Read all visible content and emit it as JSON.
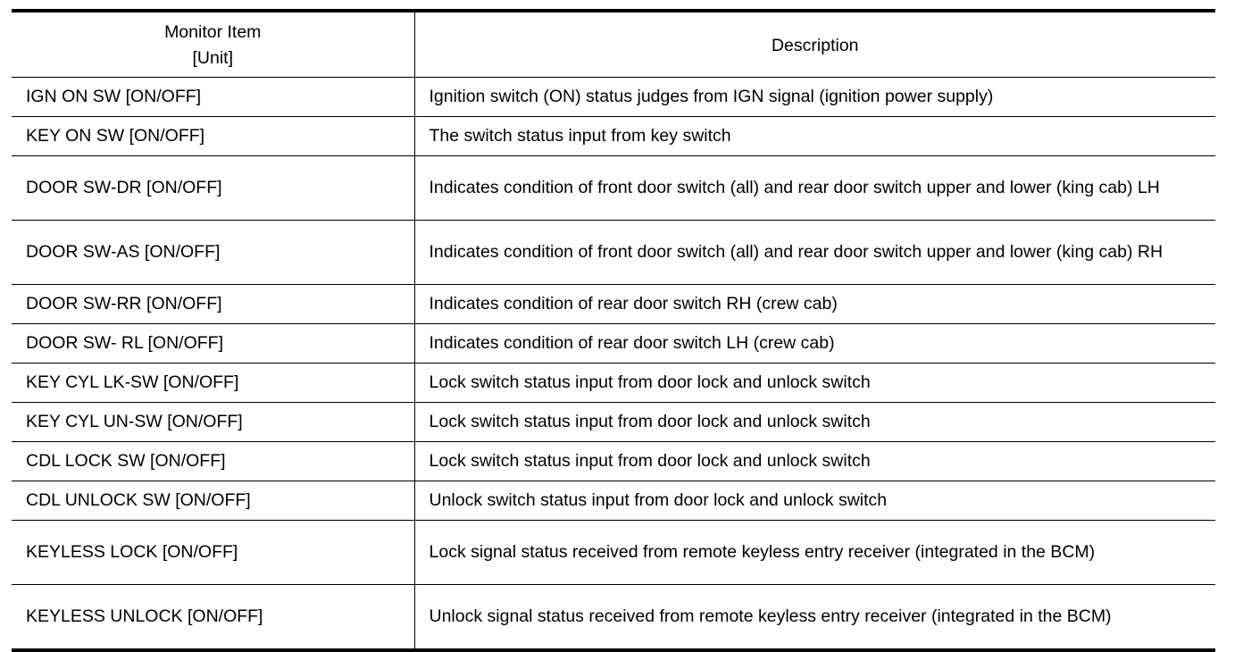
{
  "table": {
    "headers": {
      "monitor_item": "Monitor Item",
      "unit": "[Unit]",
      "description": "Description"
    },
    "rows": [
      {
        "item": "IGN ON SW [ON/OFF]",
        "description": "Ignition switch (ON) status judges from IGN signal (ignition power supply)"
      },
      {
        "item": "KEY ON SW [ON/OFF]",
        "description": "The switch status input from key switch"
      },
      {
        "item": "DOOR SW-DR [ON/OFF]",
        "description": "Indicates condition of front door switch (all) and rear door switch upper and lower (king cab) LH"
      },
      {
        "item": "DOOR SW-AS [ON/OFF]",
        "description": "Indicates condition of front door switch (all) and rear door switch upper and lower (king cab) RH"
      },
      {
        "item": "DOOR SW-RR [ON/OFF]",
        "description": "Indicates condition of rear door switch RH (crew cab)"
      },
      {
        "item": "DOOR SW- RL [ON/OFF]",
        "description": "Indicates condition of rear door switch LH (crew cab)"
      },
      {
        "item": "KEY CYL LK-SW [ON/OFF]",
        "description": "Lock switch status input from door lock and unlock switch"
      },
      {
        "item": "KEY CYL UN-SW [ON/OFF]",
        "description": "Lock switch status input from door lock and unlock switch"
      },
      {
        "item": "CDL LOCK SW [ON/OFF]",
        "description": "Lock switch status input from door lock and unlock switch"
      },
      {
        "item": "CDL UNLOCK SW [ON/OFF]",
        "description": "Unlock switch status input from door lock and unlock switch"
      },
      {
        "item": "KEYLESS LOCK [ON/OFF]",
        "description": "Lock signal status received from remote keyless entry receiver (integrated in the BCM)"
      },
      {
        "item": "KEYLESS UNLOCK [ON/OFF]",
        "description": "Unlock signal status received from remote keyless entry receiver (integrated in the BCM)"
      }
    ]
  }
}
